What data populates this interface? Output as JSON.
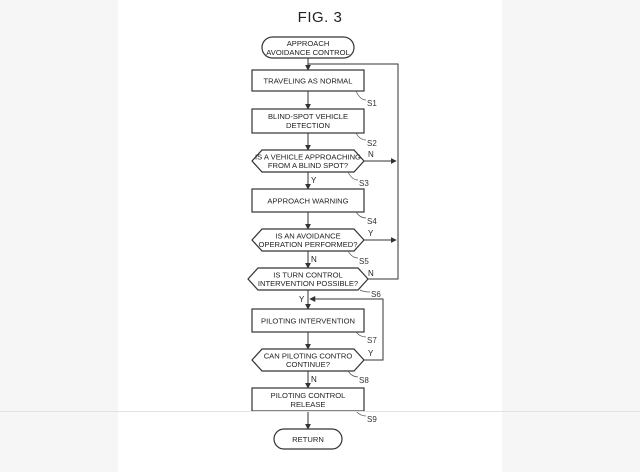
{
  "figure": {
    "title": "FIG. 3",
    "start": [
      "APPROACH",
      "AVOIDANCE CONTROL"
    ],
    "end": [
      "RETURN"
    ],
    "steps": [
      {
        "id": "S1",
        "lines": [
          "TRAVELING AS NORMAL"
        ]
      },
      {
        "id": "S2",
        "lines": [
          "BLIND-SPOT VEHICLE",
          "DETECTION"
        ]
      },
      {
        "id": "S3",
        "lines": [
          "IS A VEHICLE APPROACHING",
          "FROM A BLIND SPOT?"
        ]
      },
      {
        "id": "S4",
        "lines": [
          "APPROACH WARNING"
        ]
      },
      {
        "id": "S5",
        "lines": [
          "IS AN AVOIDANCE",
          "OPERATION PERFORMED?"
        ]
      },
      {
        "id": "S6",
        "lines": [
          "IS TURN CONTROL",
          "INTERVENTION POSSIBLE?"
        ]
      },
      {
        "id": "S7",
        "lines": [
          "PILOTING INTERVENTION"
        ]
      },
      {
        "id": "S8",
        "lines": [
          "CAN PILOTING CONTRO",
          "CONTINUE?"
        ]
      },
      {
        "id": "S9",
        "lines": [
          "PILOTING CONTROL",
          "RELEASE"
        ]
      }
    ],
    "branch_labels": {
      "S3": {
        "side": "N",
        "down": "Y"
      },
      "S5": {
        "side": "Y",
        "down": "N"
      },
      "S6": {
        "side": "N",
        "down": "Y"
      },
      "S8": {
        "side": "Y",
        "down": "N"
      }
    }
  }
}
